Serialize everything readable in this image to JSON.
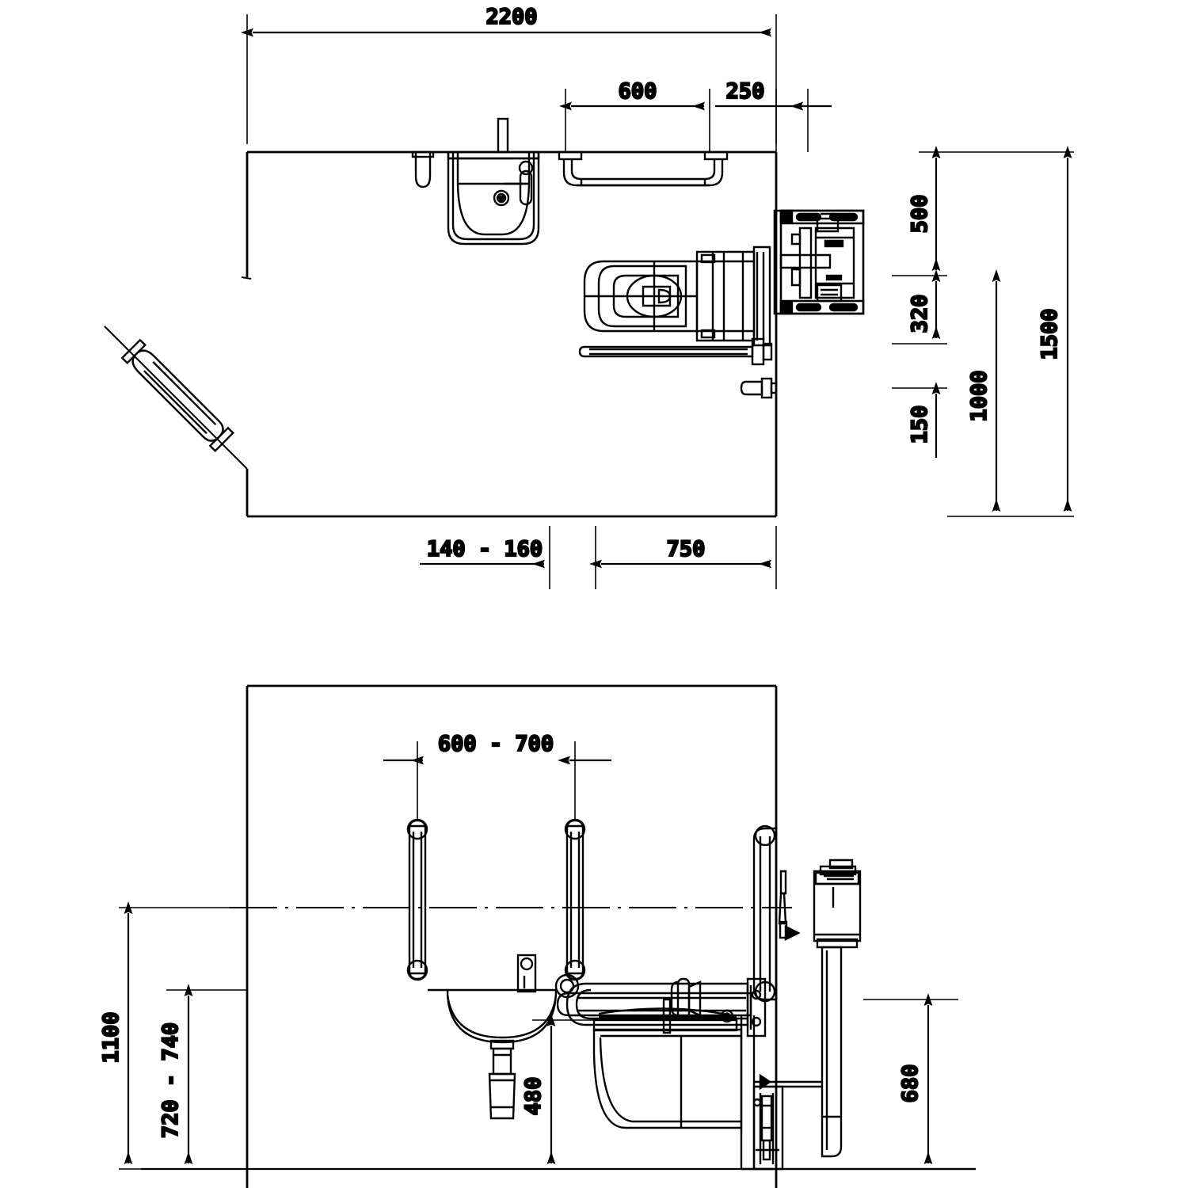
{
  "drawing": {
    "title": "Accessible WC / washbasin installation drawing",
    "units": "mm",
    "line_color": "#000000",
    "background_color": "#ffffff"
  },
  "plan_view": {
    "name": "plan-view",
    "dimensions": {
      "overall_width": "2200",
      "grab_bar_to_wc_centre": "600",
      "wc_centre_to_wall": "250",
      "wall_to_basin_edge": "140 - 160",
      "wc_centre_to_left": "750",
      "top_to_mid_rail": "500",
      "mid_band": "320",
      "lower_band": "150",
      "flush_plate_height": "1000",
      "overall_depth": "1500"
    },
    "fixtures": [
      {
        "name": "washbasin",
        "label": "washbasin-plan"
      },
      {
        "name": "wc-pan",
        "label": "wc-pan-plan"
      },
      {
        "name": "cistern-frame",
        "label": "concealed-cistern-plan"
      },
      {
        "name": "grab-bar-horizontal",
        "label": "grab-bar-wall-plan"
      },
      {
        "name": "grab-bar-diagonal",
        "label": "grab-bar-diagonal-plan"
      },
      {
        "name": "support-arm",
        "label": "folding-support-arm-plan"
      }
    ]
  },
  "elevation_view": {
    "name": "elevation-view",
    "dimensions": {
      "grab_bar_spacing": "600 - 700",
      "grab_bar_top_height": "1100",
      "basin_rim_height": "720 - 740",
      "wc_seat_height": "480",
      "support_arm_height": "680"
    },
    "fixtures": [
      {
        "name": "grab-bar-vertical-left",
        "label": "vertical-grab-bar-left"
      },
      {
        "name": "grab-bar-vertical-right",
        "label": "vertical-grab-bar-right"
      },
      {
        "name": "washbasin",
        "label": "washbasin-elevation"
      },
      {
        "name": "trap",
        "label": "bottle-trap"
      },
      {
        "name": "wc-pan",
        "label": "wc-pan-elevation"
      },
      {
        "name": "support-arm",
        "label": "folding-support-arm-elevation"
      },
      {
        "name": "flush-plate",
        "label": "flush-actuator-plate"
      },
      {
        "name": "toilet-roll-holder",
        "label": "toilet-roll-holder"
      }
    ]
  }
}
